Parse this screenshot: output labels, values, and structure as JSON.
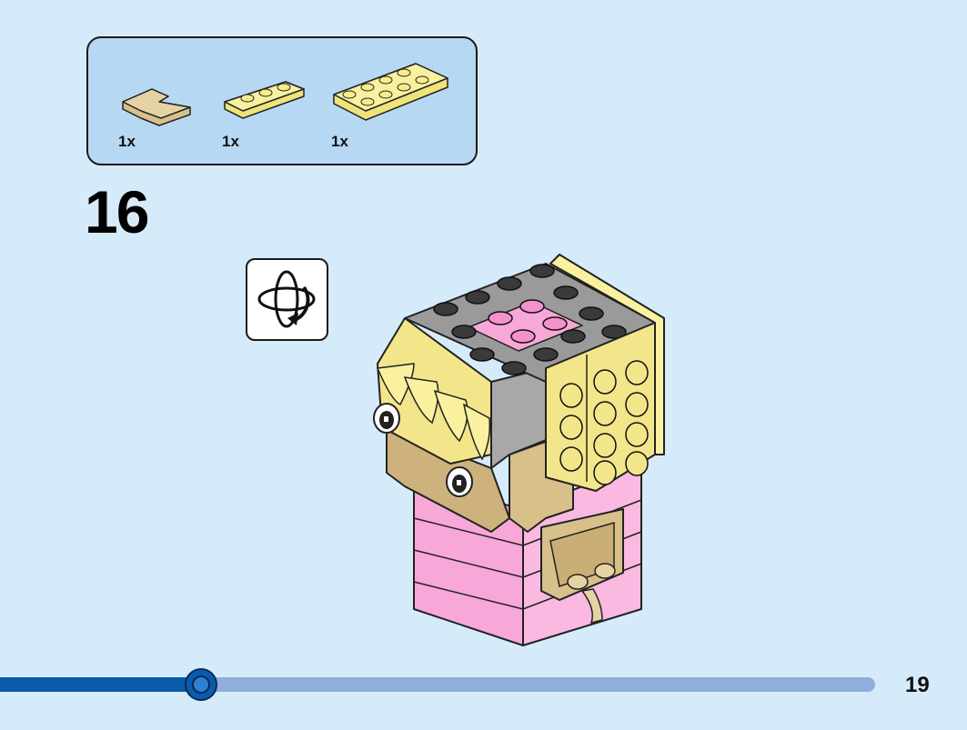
{
  "parts": [
    {
      "name": "tan-corner-plate",
      "qty": "1x",
      "color": "#d8c08a"
    },
    {
      "name": "yellow-plate-1x3",
      "qty": "1x",
      "color": "#f7ee8a"
    },
    {
      "name": "yellow-plate-2x4",
      "qty": "1x",
      "color": "#f7ee8a"
    }
  ],
  "step": {
    "number": "16"
  },
  "rotate": {
    "icon": "rotate-model-icon"
  },
  "progress": {
    "fraction": 0.23
  },
  "page": {
    "number": "19"
  },
  "colors": {
    "background": "#d6ebfa",
    "parts_panel": "#b7d8f3",
    "progress_fill": "#0a5cab",
    "progress_track": "#8eaedc",
    "brick_yellow": "#f7ee8a",
    "brick_tan": "#d8c08a",
    "brick_pink": "#f7a8d8",
    "brick_gray": "#a8a8a8",
    "stud_dark": "#3a3a3a"
  }
}
